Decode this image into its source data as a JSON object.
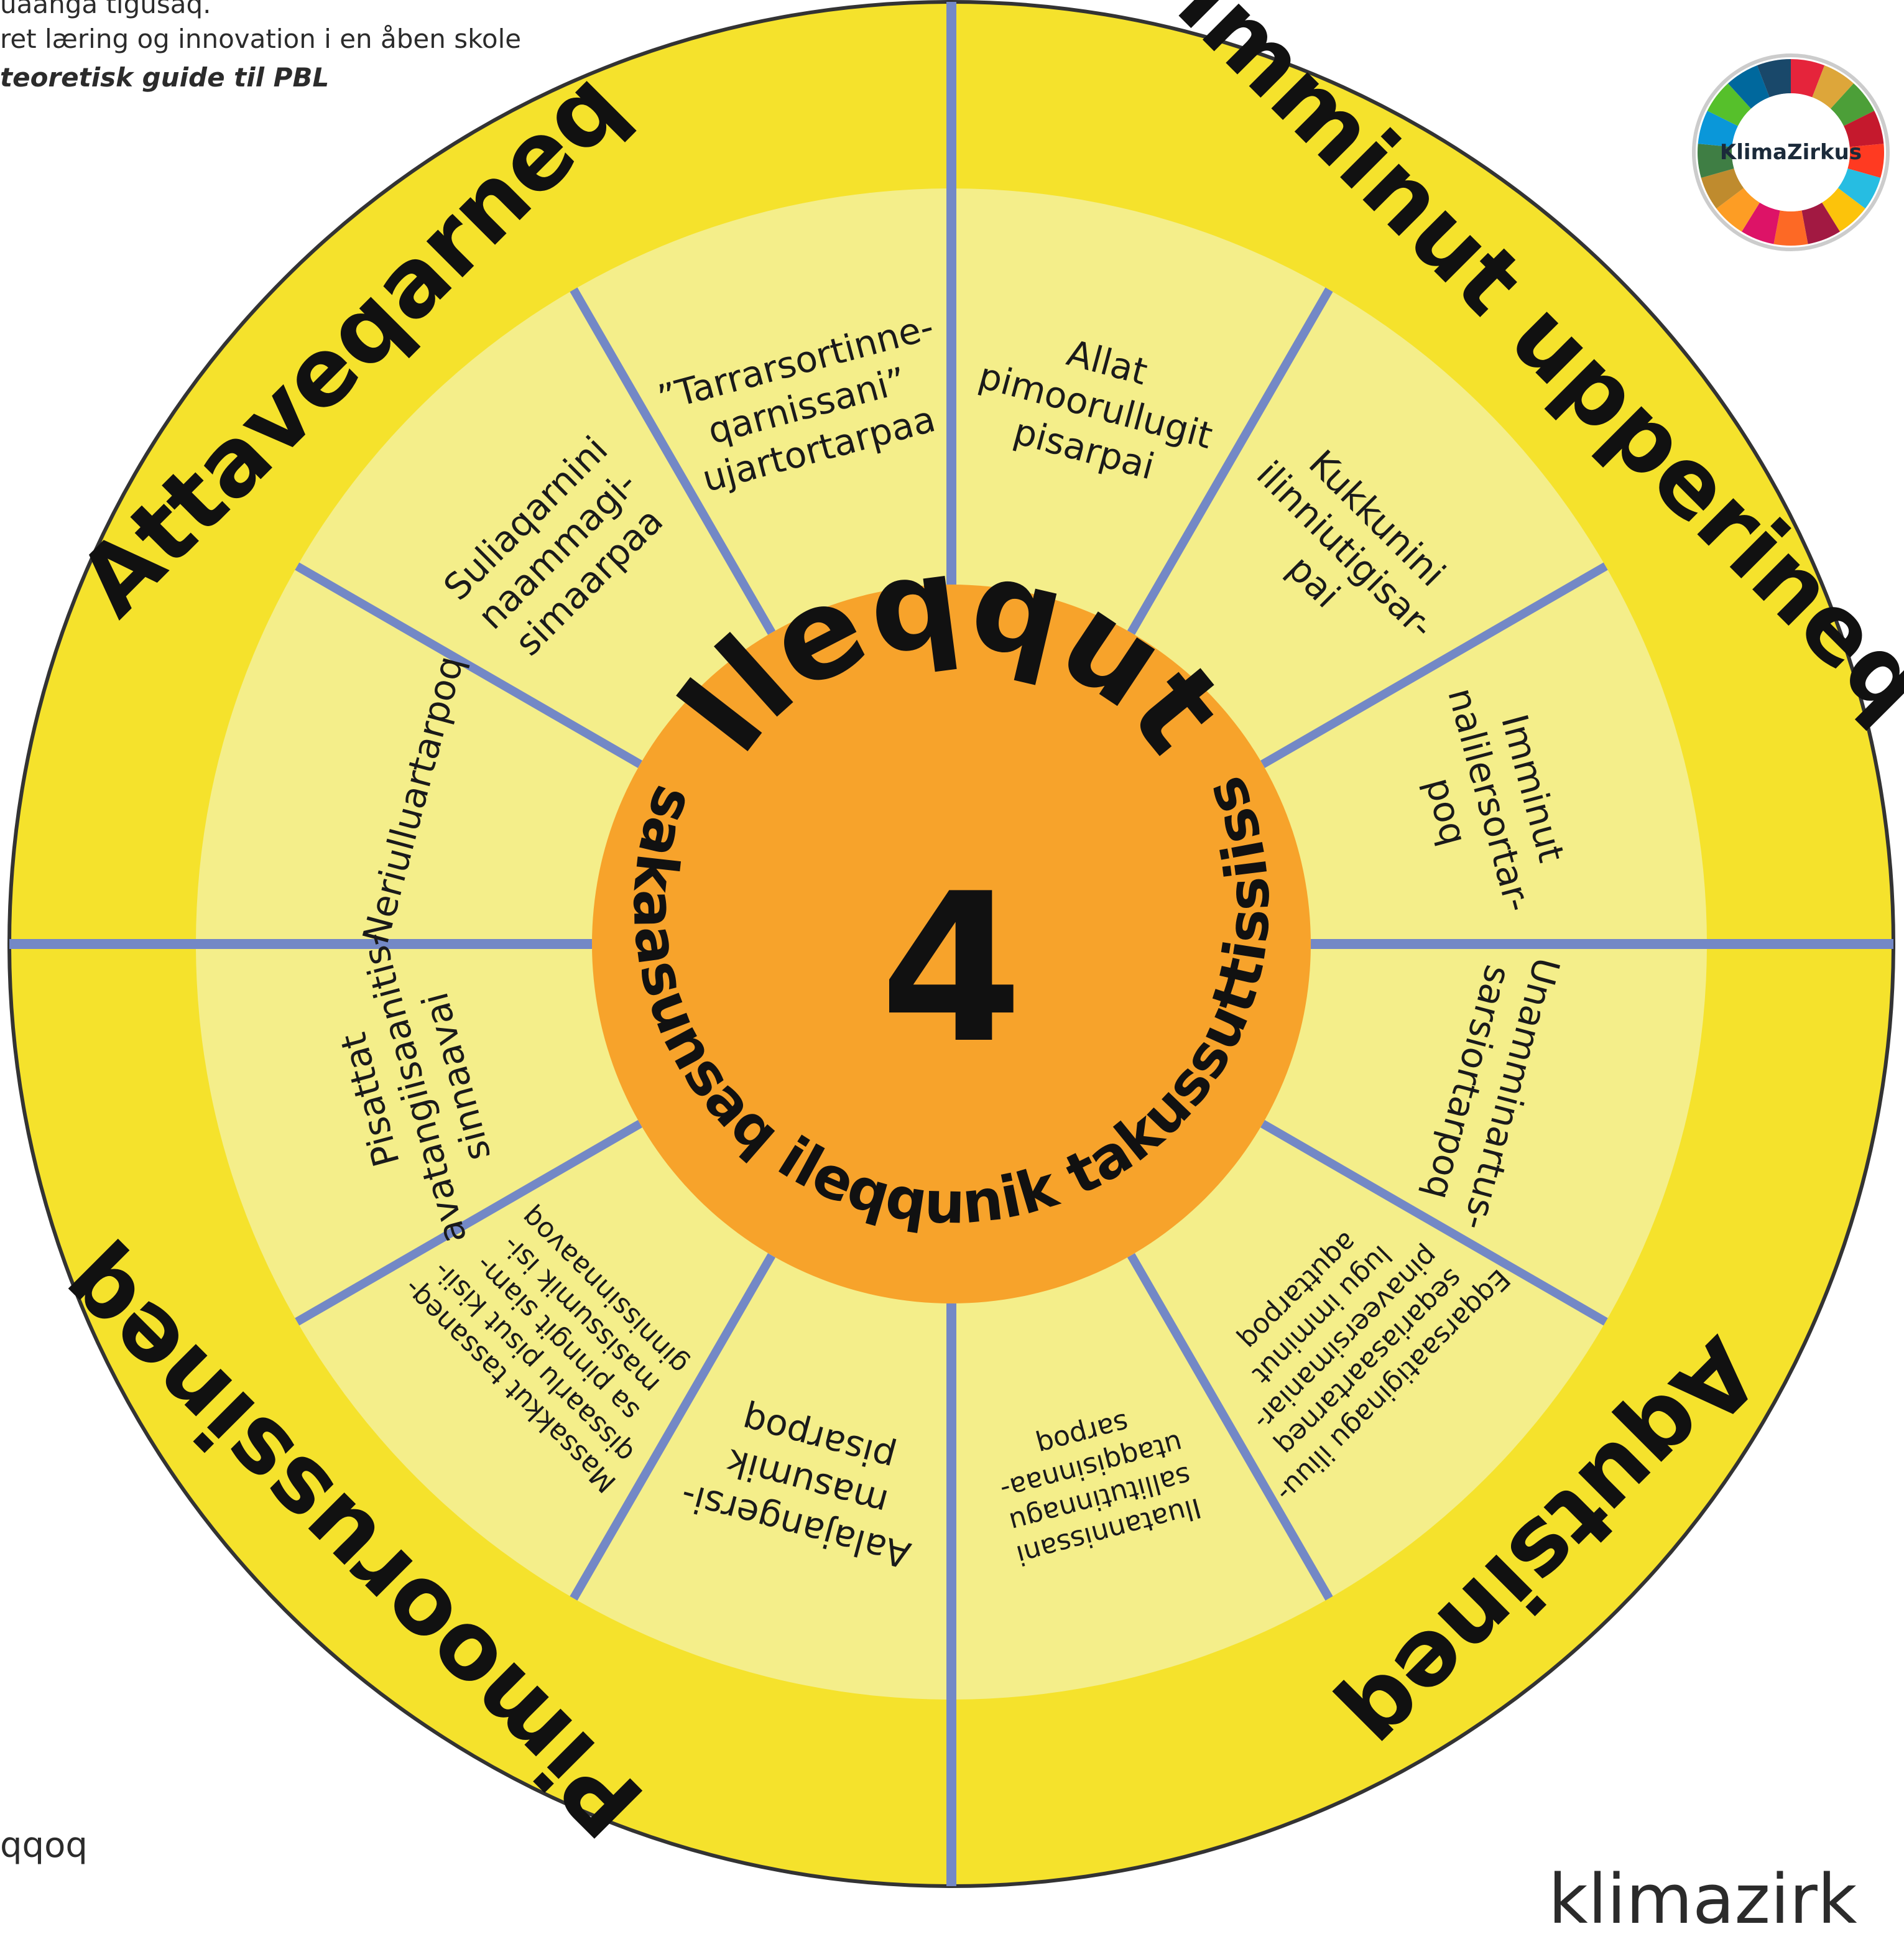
{
  "header": {
    "lines": [
      "uaanga tigusaq.",
      "ret læring og innovation i en åben skole",
      "teoretisk guide til PBL"
    ]
  },
  "footer": {
    "left": "qqoq",
    "right": "klimazirk"
  },
  "logo": {
    "text": "KlimaZirkus",
    "ring_colors": [
      "#e5243b",
      "#dda63a",
      "#4c9f38",
      "#c5192d",
      "#ff3a21",
      "#26bde2",
      "#fcc30b",
      "#a21942",
      "#fd6925",
      "#dd1367",
      "#fd9d24",
      "#bf8b2e",
      "#3f7e44",
      "#0a97d9",
      "#56c02b",
      "#00689d",
      "#19486a"
    ]
  },
  "wheel": {
    "colors": {
      "outer_ring": "#f5e22c",
      "inner_ring": "#f4ee8a",
      "center": "#f7a32b",
      "divider": "#7388c6",
      "outline": "#333333"
    },
    "center": {
      "title": "Ileqqut",
      "number": "4",
      "subtitle": "Assakaasunsaq ileqqunik takussuttissiissut"
    },
    "quadrants": [
      {
        "title": "Attaveqarneq"
      },
      {
        "title": "Imminut upperineq"
      },
      {
        "title": "Aqutsineq"
      },
      {
        "title": "Pimoorussineq"
      }
    ],
    "segments": [
      {
        "lines": [
          "Allat",
          "pimoorullugit",
          "pisarpai"
        ]
      },
      {
        "lines": [
          "Kukkunini",
          "ilinniutigisar-",
          "pai"
        ]
      },
      {
        "lines": [
          "Imminut",
          "nalilersortar-",
          "poq"
        ]
      },
      {
        "lines": [
          "Unamminartus-",
          "sarsiortarpoq"
        ]
      },
      {
        "lines": [
          "Eqqarsaatiginagu iliuu-",
          "seqariasaartarneq",
          "pinaveersimaniar-",
          "lugu imminut",
          "aquttarpoq"
        ]
      },
      {
        "lines": [
          "Iluatannissani",
          "sallitutinnagu",
          "utaqqisinnaa-",
          "sarpoq"
        ]
      },
      {
        "lines": [
          "Aalajangersi-",
          "masumik",
          "pisarpoq"
        ]
      },
      {
        "lines": [
          "Massakkut tassaneq-",
          "qissaarlu pisut kisii-",
          "sa pinngit siam-",
          "masissumik isi-",
          "ginnissinnaavoq"
        ]
      },
      {
        "lines": [
          "Pisattat",
          "avatangiisaanitis-",
          "sinnaavai"
        ]
      },
      {
        "lines": [
          "Neriulluartarpoq"
        ]
      },
      {
        "lines": [
          "Suliaqarnini",
          "naammagi-",
          "simaarpaa"
        ]
      },
      {
        "lines": [
          "”Tarrarsortinne-",
          "qarnissani”",
          "ujartortarpaa"
        ]
      }
    ]
  }
}
